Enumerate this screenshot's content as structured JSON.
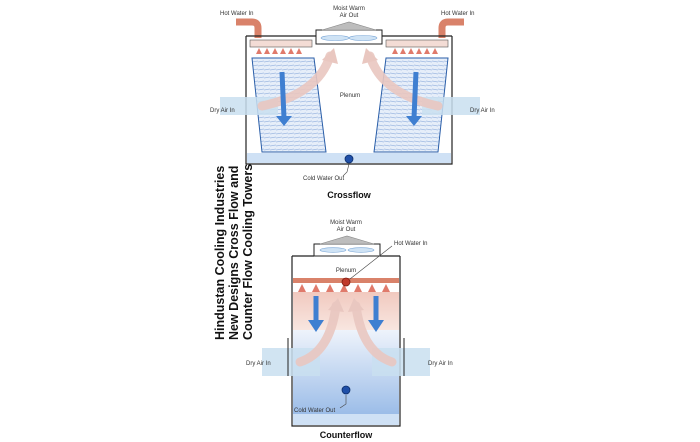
{
  "side_title": {
    "line1": "Hindustan Cooling Industries",
    "line2": "New Designs Cross Flow and",
    "line3": "Counter Flow Cooling Towers"
  },
  "crossflow": {
    "caption": "Crossflow",
    "hot_water_in_left": "Hot Water In",
    "hot_water_in_right": "Hot Water In",
    "moist_warm_line1": "Moist Warm",
    "moist_warm_line2": "Air Out",
    "plenum": "Plenum",
    "dry_air_in_left": "Dry Air In",
    "dry_air_in_right": "Dry Air In",
    "cold_water_out": "Cold Water Out"
  },
  "counterflow": {
    "caption": "Counterflow",
    "moist_warm_line1": "Moist Warm",
    "moist_warm_line2": "Air Out",
    "hot_water_in": "Hot Water In",
    "plenum": "Plenum",
    "dry_air_in_left": "Dry Air In",
    "dry_air_in_right": "Dry Air In",
    "cold_water_out": "Cold Water Out"
  },
  "colors": {
    "pipe": "#d9826a",
    "water_arrow": "#3f7fd1",
    "warm_air_arrow": "#e9c7c0",
    "dry_air_band": "#c9dff0",
    "fill_media": "#aac3e8",
    "basin": "#cfe1f5",
    "outline": "#222222",
    "nozzle": "#e07a6b"
  }
}
